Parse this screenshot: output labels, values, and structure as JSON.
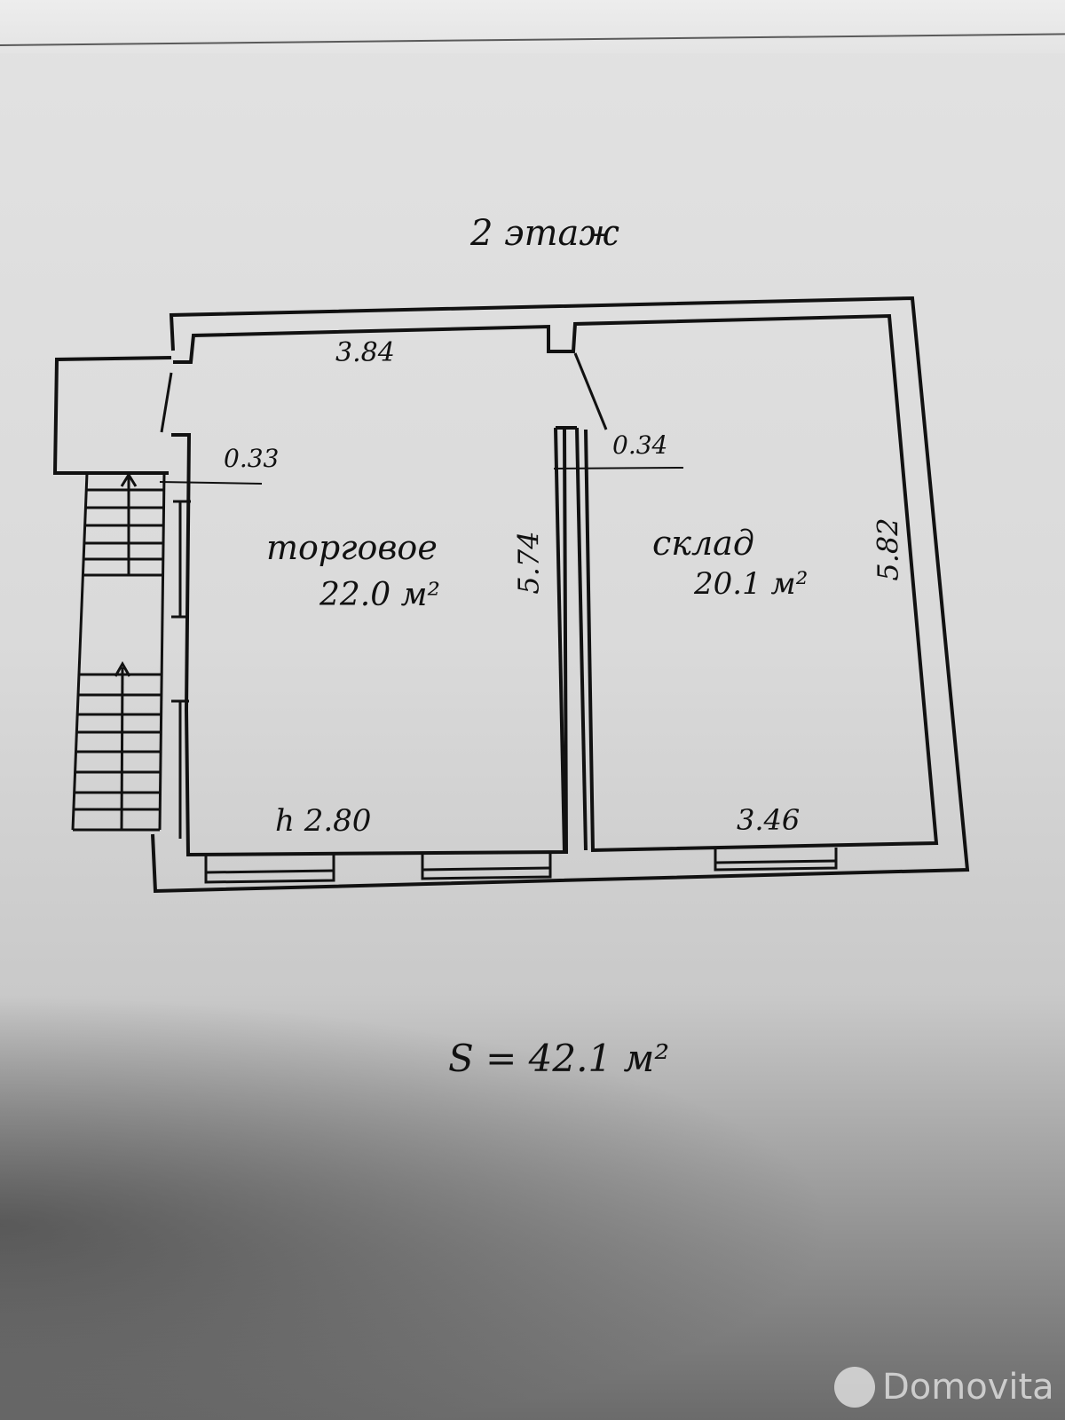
{
  "plan": {
    "floor_title": "2 этаж",
    "rooms": [
      {
        "name": "торговое",
        "area": "22.0 м²",
        "width": "3.84",
        "length": "5.74",
        "height_label": "h 2.80"
      },
      {
        "name": "склад",
        "area": "20.1 м²",
        "width": "3.46",
        "length": "5.82"
      }
    ],
    "dimensions": {
      "left_wall": "0.33",
      "partition_wall": "0.34"
    },
    "total_area": "S = 42.1 м²"
  },
  "watermark": {
    "text": "Domovita"
  },
  "colors": {
    "ink": "#111111",
    "paper": "#dcdcdc"
  }
}
